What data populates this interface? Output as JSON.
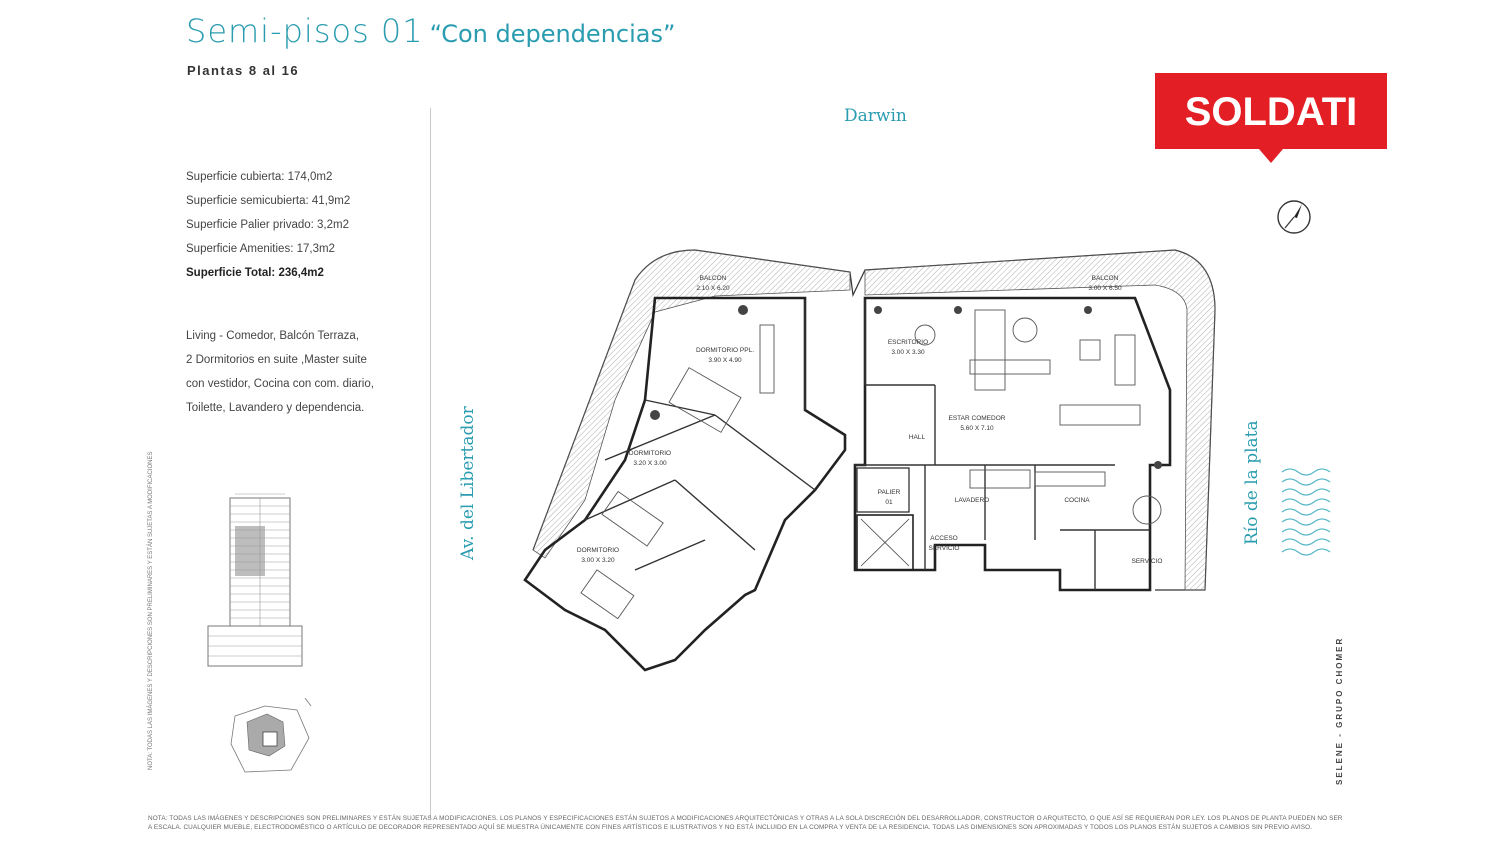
{
  "header": {
    "title": "Semi-pisos 01",
    "subtitle": "“Con dependencias”",
    "floors": "Plantas 8 al 16"
  },
  "surfaces": [
    {
      "text": "Superficie cubierta: 174,0m2"
    },
    {
      "text": "Superficie semicubierta: 41,9m2"
    },
    {
      "text": "Superficie Palier privado: 3,2m2"
    },
    {
      "text": "Superficie Amenities: 17,3m2"
    },
    {
      "text": "Superficie Total: 236,4m2"
    }
  ],
  "description": [
    "Living - Comedor, Balcón Terraza,",
    "2 Dormitorios en suite ,Master suite",
    "con vestidor, Cocina con com. diario,",
    "Toilette, Lavandero y dependencia."
  ],
  "vertical_note": "NOTA: TODAS LAS IMÁGENES Y DESCRIPCIONES SON PRELIMINARES Y ESTÁN SUJETAS A MODIFICACIONES",
  "streets": {
    "top": "Darwin",
    "left": "Av. del Libertador",
    "right": "Río de la plata"
  },
  "logo": {
    "text": "SOLDATI",
    "color": "#e31e24"
  },
  "brand_vertical": "SELENE - GRUPO CHOMER",
  "rooms": {
    "balcon_left": "BALCON",
    "balcon_left_dim": "2.10 X 6.20",
    "balcon_right": "BALCON",
    "balcon_right_dim": "3.00 X 6.50",
    "dorm_ppl": "DORMITORIO PPL.",
    "dorm_ppl_dim": "3.90 X 4.90",
    "escritorio": "ESCRITORIO",
    "escritorio_dim": "3.00 X 3.30",
    "estar": "ESTAR COMEDOR",
    "estar_dim": "5.60 X 7.10",
    "hall": "HALL",
    "dorm2": "DORMITORIO",
    "dorm2_dim": "3.20 X 3.00",
    "dorm3": "DORMITORIO",
    "dorm3_dim": "3.00 X 3.20",
    "palier": "PALIER",
    "palier_num": "01",
    "lavadero": "LAVADERO",
    "cocina": "COCINA",
    "acceso": "ACCESO",
    "servicio_label": "SERVICIO",
    "servicio": "SERVICIO"
  },
  "footnote": "NOTA: TODAS LAS IMÁGENES Y DESCRIPCIONES SON PRELIMINARES Y ESTÁN SUJETAS A MODIFICACIONES. LOS PLANOS Y ESPECIFICACIONES ESTÁN SUJETOS A MODIFICACIONES ARQUITECTÓNICAS Y OTRAS A LA SOLA DISCRECIÓN DEL DESARROLLADOR, CONSTRUCTOR O ARQUITECTO, O QUE ASÍ SE REQUIERAN POR LEY. LOS PLANOS DE PLANTA PUEDEN NO SER A ESCALA. CUALQUIER MUEBLE, ELECTRODOMÉSTICO O ARTÍCULO DE DECORADOR REPRESENTADO AQUÍ SE MUESTRA ÚNICAMENTE CON FINES ARTÍSTICOS E ILUSTRATIVOS Y NO ESTÁ INCLUIDO EN LA COMPRA Y VENTA DE LA RESIDENCIA. TODAS LAS DIMENSIONES SON APROXIMADAS Y TODOS LOS PLANOS ESTÁN SUJETOS A CAMBIOS SIN PREVIO AVISO.",
  "colors": {
    "accent": "#2a9cb0",
    "brand": "#e31e24"
  }
}
